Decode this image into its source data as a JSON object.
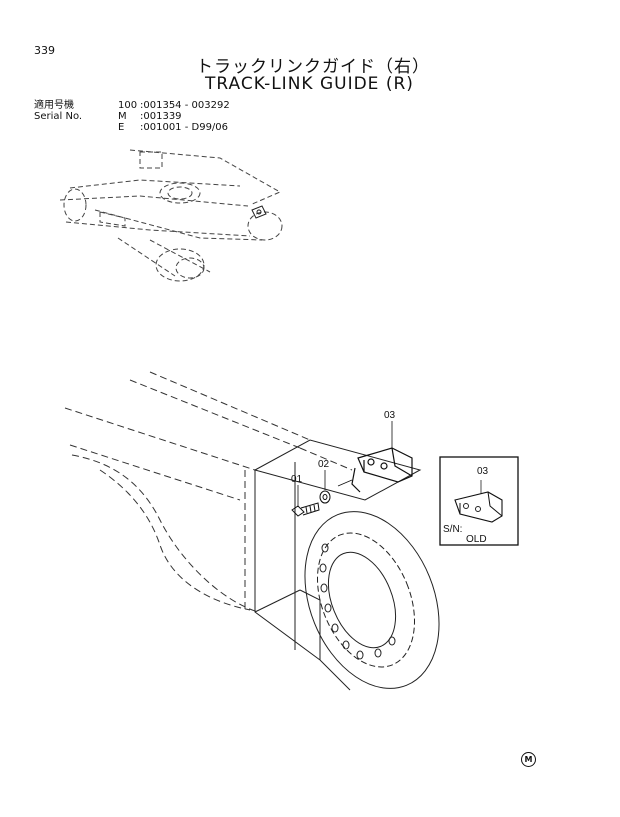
{
  "page": {
    "number": "339"
  },
  "title": {
    "japanese": "トラックリンクガイド（右）",
    "english": "TRACK-LINK GUIDE (R)"
  },
  "serial": {
    "label_jp": "適用号機",
    "label_en": "Serial No.",
    "rows": [
      {
        "code": "100",
        "range": ":001354 - 003292"
      },
      {
        "code": "M",
        "range": ":001339"
      },
      {
        "code": "E",
        "range": ":001001 - D99/06"
      }
    ]
  },
  "callouts": {
    "guide": "03",
    "washer": "02",
    "bolt": "01"
  },
  "inset": {
    "part": "03",
    "sn_label": "S/N:",
    "sn_value": "OLD"
  },
  "footer_mark": "M"
}
